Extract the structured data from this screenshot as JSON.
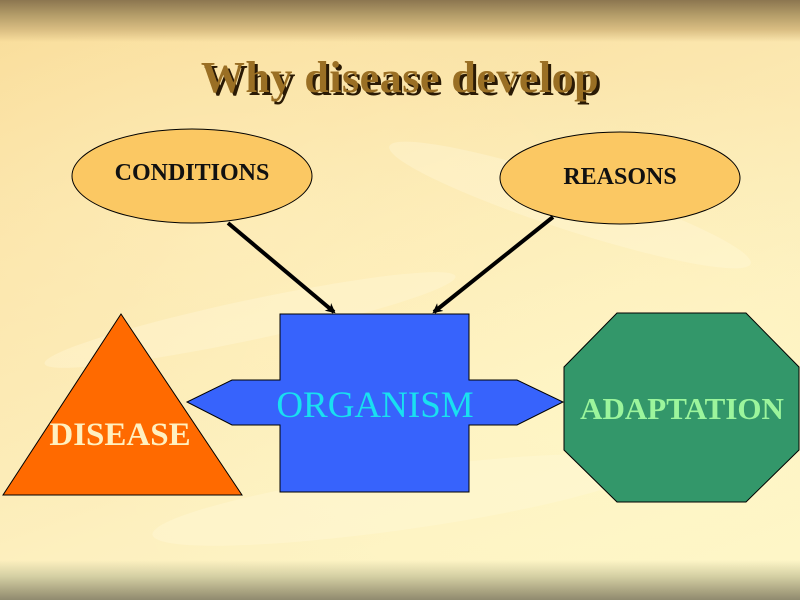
{
  "slide": {
    "title": "Why disease develop",
    "nodes": {
      "conditions": {
        "label": "CONDITIONS",
        "shape": "ellipse",
        "fill": "#fbc863"
      },
      "reasons": {
        "label": "REASONS",
        "shape": "ellipse",
        "fill": "#fbc863"
      },
      "organism": {
        "label": "ORGANISM",
        "shape": "cross-double-arrow",
        "fill": "#3763fc",
        "text_color": "#19e0f0"
      },
      "disease": {
        "label": "DISEASE",
        "shape": "triangle",
        "fill": "#ff6a00",
        "text_color": "#fff0c0"
      },
      "adaptation": {
        "label": "ADAPTATION",
        "shape": "octagon",
        "fill": "#33976a",
        "text_color": "#9cf59c"
      }
    },
    "edges": [
      {
        "from": "conditions",
        "to": "organism",
        "type": "arrow"
      },
      {
        "from": "reasons",
        "to": "organism",
        "type": "arrow"
      },
      {
        "from": "organism",
        "to": "disease",
        "type": "bidirectional-block-arrow"
      },
      {
        "from": "organism",
        "to": "adaptation",
        "type": "bidirectional-block-arrow"
      }
    ]
  }
}
